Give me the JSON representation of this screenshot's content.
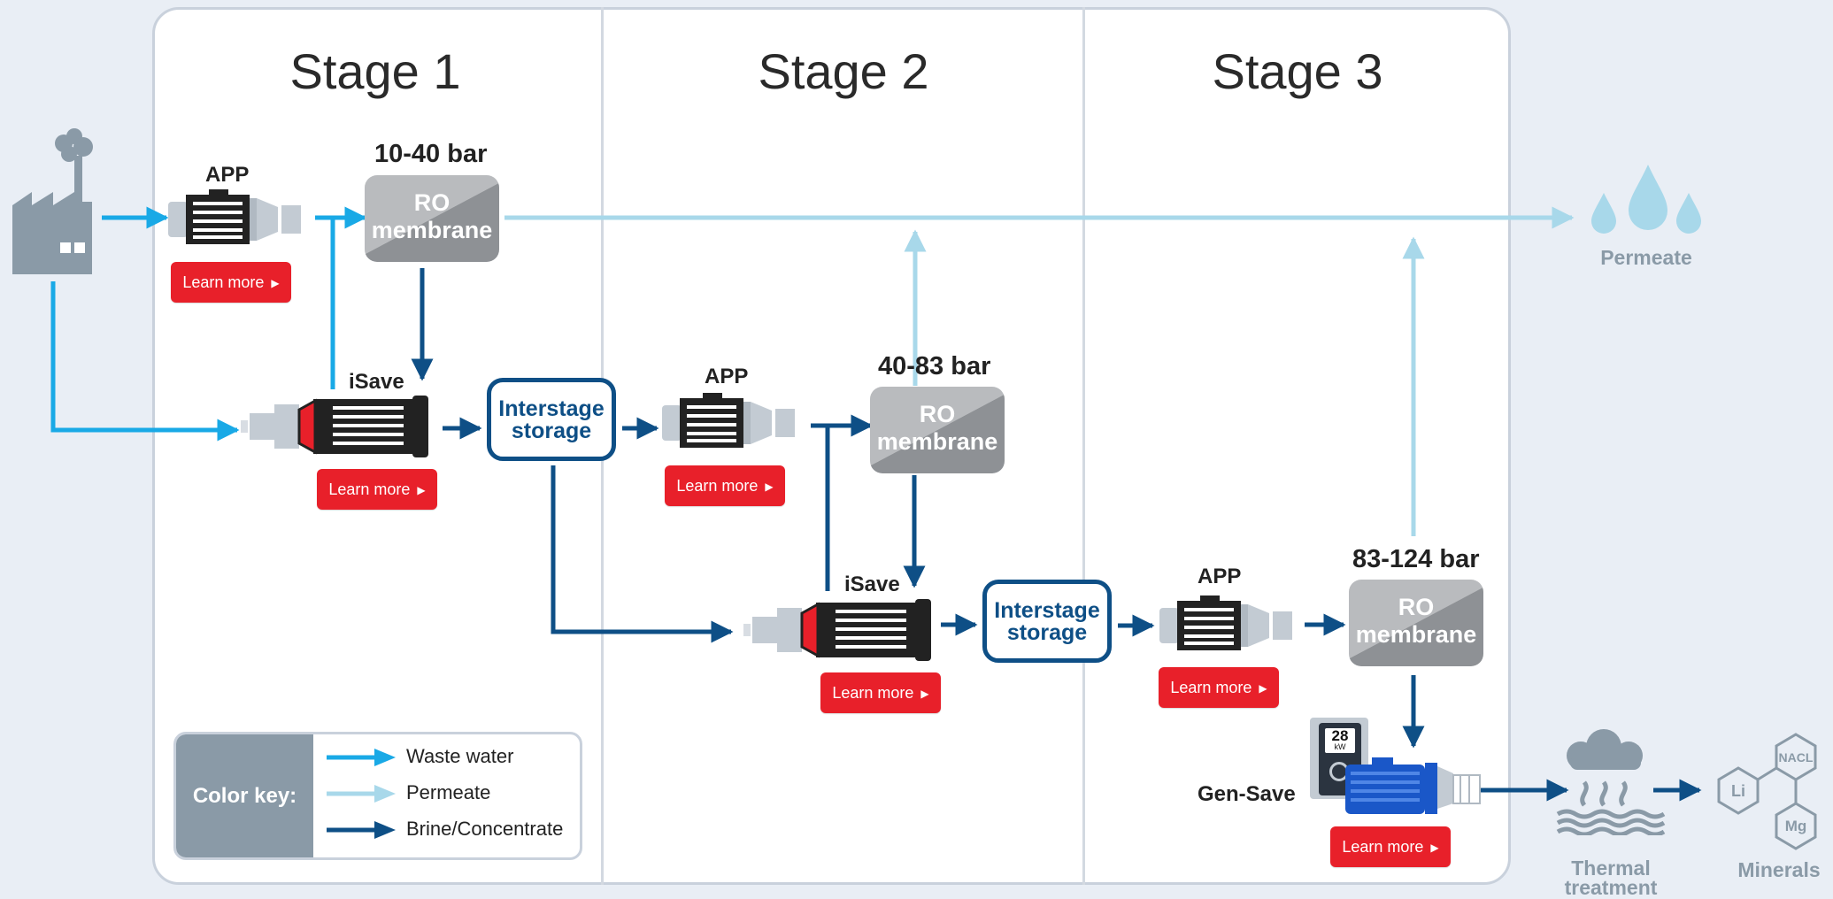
{
  "stages": [
    {
      "title": "Stage 1"
    },
    {
      "title": "Stage 2"
    },
    {
      "title": "Stage 3"
    }
  ],
  "membranes": [
    {
      "pressure": "10-40 bar",
      "line1": "RO",
      "line2": "membrane"
    },
    {
      "pressure": "40-83 bar",
      "line1": "RO",
      "line2": "membrane"
    },
    {
      "pressure": "83-124 bar",
      "line1": "RO",
      "line2": "membrane"
    }
  ],
  "pumps": {
    "app_label": "APP",
    "isave_label": "iSave",
    "gensave_label": "Gen-Save",
    "drive_display_value": "28",
    "drive_display_unit": "kW"
  },
  "storage": {
    "line1": "Interstage",
    "line2": "storage"
  },
  "learn_more_label": "Learn more",
  "legend": {
    "title": "Color key:",
    "items": [
      {
        "label": "Waste water",
        "color": "#19a9e6"
      },
      {
        "label": "Permeate",
        "color": "#a8d8ea"
      },
      {
        "label": "Brine/Concentrate",
        "color": "#0e4f86"
      }
    ]
  },
  "outputs": {
    "permeate": "Permeate",
    "thermal_line1": "Thermal",
    "thermal_line2": "treatment",
    "minerals": "Minerals",
    "mineral_li": "Li",
    "mineral_nacl": "NACL",
    "mineral_mg": "Mg"
  },
  "colors": {
    "waste_water": "#19a9e6",
    "permeate": "#a8d8ea",
    "brine": "#0e4f86",
    "learn_more": "#e8202a",
    "icon_gray": "#8a9aa7"
  }
}
